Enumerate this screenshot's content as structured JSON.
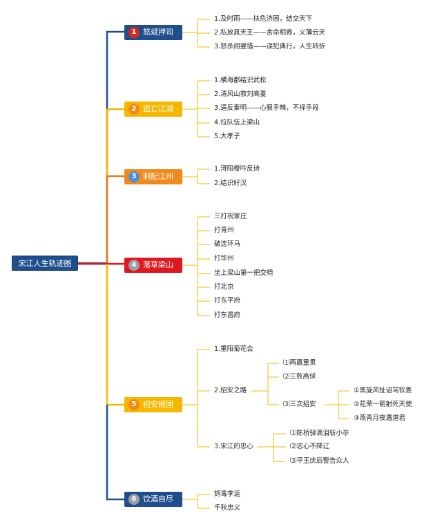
{
  "root": {
    "label": "宋江人生轨迹图"
  },
  "colors": {
    "navy": "#1f4e8c",
    "yellow": "#f5b800",
    "orange": "#f08a1c",
    "red": "#e0181e",
    "dark_orange_line": "#ee7a1b",
    "number_red": "#e0251d",
    "number_blue": "#4a90d9",
    "number_gray": "#9aa0a6",
    "number_orange": "#f08a1c"
  },
  "branches": [
    {
      "num": "1",
      "label": "怒斌押司",
      "color": "#1f4e8c",
      "items": [
        "1.及时雨——扶危济困，结交天下",
        "2.私放晁天王——舍命相救，义薄云天",
        "3.怒杀阎婆惜——误犯典行，人生转折"
      ]
    },
    {
      "num": "2",
      "label": "逃亡江湖",
      "color": "#f5b800",
      "items": [
        "1.横海郡结识武松",
        "2.清风山救刘高妻",
        "3.逼反秦明——心狠手辣，不择手段",
        "4.拉队伍上梁山",
        "5.大孝子"
      ]
    },
    {
      "num": "3",
      "label": "刺配江州",
      "color": "#f08a1c",
      "items": [
        "1.浔阳楼吟反诗",
        "2.结识好汉"
      ]
    },
    {
      "num": "4",
      "label": "落草梁山",
      "color": "#e0181e",
      "items": [
        "三打祝家庄",
        "打青州",
        "破连环马",
        "打华州",
        "坐上梁山第一把交椅",
        "打北京",
        "打东平府",
        "打东昌府"
      ]
    },
    {
      "num": "5",
      "label": "招安报国",
      "color": "#f5b800",
      "items": [
        "1.重阳菊花会",
        "2.招安之路",
        "3.宋江的忠心"
      ],
      "road_items": [
        "⑴两赢童贯",
        "⑵三败高俅",
        "⑶三次招安"
      ],
      "third_items": [
        "①黑旋风扯诏骂钦差",
        "②花荣一箭射死天使",
        "③燕青月夜遇道君"
      ],
      "loyal_items": [
        "⑴陈桥驿滴泪斩小卒",
        "⑵忠心不降辽",
        "⑶平王庆后警告众人"
      ]
    },
    {
      "num": "6",
      "label": "饮酒自尽",
      "color": "#1f4e8c",
      "items": [
        "鸩毒李逵",
        "千秋忠义"
      ]
    }
  ]
}
